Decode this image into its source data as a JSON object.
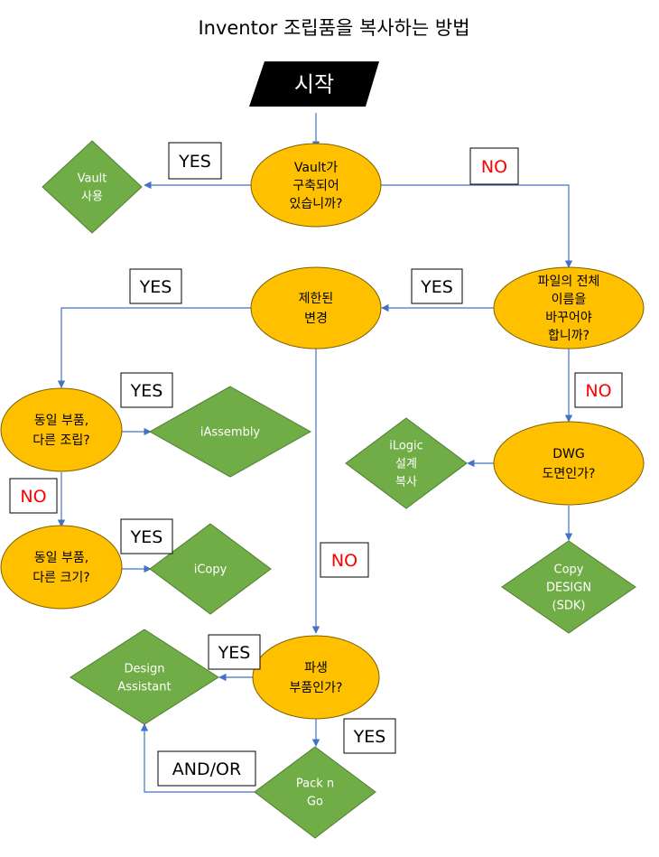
{
  "title": "Inventor 조립품을 복사하는 방법",
  "colors": {
    "decision_fill": "#FFC000",
    "decision_stroke": "#7F6000",
    "action_fill": "#70AD47",
    "action_stroke": "#507E32",
    "start_fill": "#000000",
    "start_text": "#FFFFFF",
    "connector": "#4472C4",
    "yes_text": "#000000",
    "no_text": "#FF0000",
    "label_border": "#000000",
    "action_text": "#FFFFFF",
    "decision_text": "#000000"
  },
  "nodes": {
    "start": {
      "lines": [
        "시작"
      ]
    },
    "q_vault": {
      "lines": [
        "Vault가",
        "구축되어",
        "있습니까?"
      ]
    },
    "vault_use": {
      "lines": [
        "Vault",
        "사용"
      ]
    },
    "q_rename": {
      "lines": [
        "파일의 전체",
        "이름을",
        "바꾸어야",
        "합니까?"
      ]
    },
    "q_limited": {
      "lines": [
        "제한된",
        "변경"
      ]
    },
    "q_same_asm": {
      "lines": [
        "동일 부품,",
        "다른 조립?"
      ]
    },
    "iassembly": {
      "lines": [
        "iAssembly"
      ]
    },
    "q_same_size": {
      "lines": [
        "동일 부품,",
        "다른 크기?"
      ]
    },
    "icopy": {
      "lines": [
        "iCopy"
      ]
    },
    "q_dwg": {
      "lines": [
        "DWG",
        "도면인가?"
      ]
    },
    "ilogic": {
      "lines": [
        "iLogic",
        "설계",
        "복사"
      ]
    },
    "copy_design": {
      "lines": [
        "Copy",
        "DESIGN",
        "(SDK)"
      ]
    },
    "q_derived": {
      "lines": [
        "파생",
        "부품인가?"
      ]
    },
    "design_assistant": {
      "lines": [
        "Design",
        "Assistant"
      ]
    },
    "pack_n_go": {
      "lines": [
        "Pack n",
        "Go"
      ]
    }
  },
  "labels": {
    "vault_yes": "YES",
    "vault_no": "NO",
    "limited_yes": "YES",
    "rename_yes": "YES",
    "same_asm_yes": "YES",
    "rename_no": "NO",
    "same_asm_no": "NO",
    "same_size_yes": "YES",
    "limited_no": "NO",
    "derived_yes": "YES",
    "derived_yes2": "YES",
    "and_or": "AND/OR"
  }
}
